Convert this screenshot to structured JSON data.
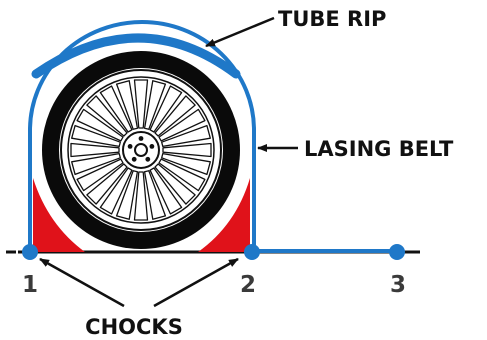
{
  "labels": {
    "tube_rip": "TUBE RIP",
    "lasing_belt": "LASING BELT",
    "chocks": "CHOCKS"
  },
  "points": [
    "1",
    "2",
    "3"
  ],
  "colors": {
    "belt_blue": "#1f78c8",
    "chock_red": "#e0121a",
    "tire_black": "#0a0a0a",
    "ground_black": "#111111",
    "label_black": "#111111",
    "number_gray": "#3a3a3a"
  },
  "icons": [
    "wheel-icon",
    "tire-icon",
    "chock-icon",
    "arrow-icon",
    "anchor-point-icon"
  ]
}
